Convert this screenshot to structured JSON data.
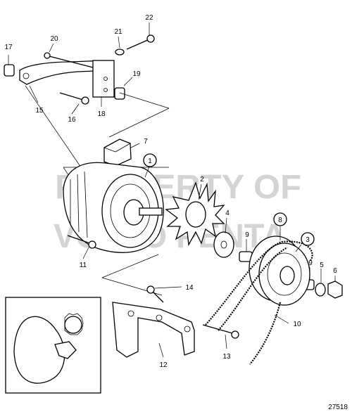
{
  "watermark": {
    "line1": "PROPERTY OF",
    "line2": "VOLVO PENTA"
  },
  "figure_number": "27518",
  "callouts": [
    {
      "id": "c1",
      "text": "1",
      "circled": true
    },
    {
      "id": "c2",
      "text": "2",
      "circled": false
    },
    {
      "id": "c3",
      "text": "3",
      "circled": true
    },
    {
      "id": "c4",
      "text": "4",
      "circled": false
    },
    {
      "id": "c5",
      "text": "5",
      "circled": false
    },
    {
      "id": "c6",
      "text": "6",
      "circled": false
    },
    {
      "id": "c7",
      "text": "7",
      "circled": false
    },
    {
      "id": "c8",
      "text": "8",
      "circled": true
    },
    {
      "id": "c9a",
      "text": "9",
      "circled": false
    },
    {
      "id": "c9b",
      "text": "9",
      "circled": false
    },
    {
      "id": "c10",
      "text": "10",
      "circled": false
    },
    {
      "id": "c11",
      "text": "11",
      "circled": false
    },
    {
      "id": "c12",
      "text": "12",
      "circled": false
    },
    {
      "id": "c13",
      "text": "13",
      "circled": false
    },
    {
      "id": "c14",
      "text": "14",
      "circled": false
    },
    {
      "id": "c15",
      "text": "15",
      "circled": false
    },
    {
      "id": "c16",
      "text": "16",
      "circled": false
    },
    {
      "id": "c17",
      "text": "17",
      "circled": false
    },
    {
      "id": "c18",
      "text": "18",
      "circled": false
    },
    {
      "id": "c19",
      "text": "19",
      "circled": false
    },
    {
      "id": "c20",
      "text": "20",
      "circled": false
    },
    {
      "id": "c21",
      "text": "21",
      "circled": false
    },
    {
      "id": "c22",
      "text": "22",
      "circled": false
    }
  ]
}
